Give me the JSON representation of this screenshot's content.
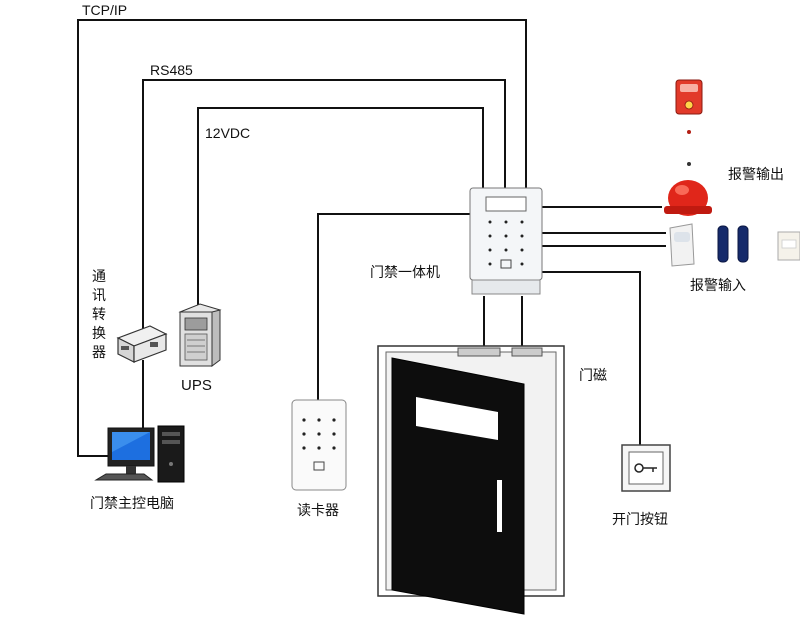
{
  "links": {
    "tcp": "TCP/IP",
    "rs485": "RS485",
    "power": "12VDC"
  },
  "nodes": {
    "converter": "通讯转换器",
    "ups": "UPS",
    "host_pc": "门禁主控电脑",
    "card_reader": "读卡器",
    "controller": "门禁一体机",
    "door_sensor": "门磁",
    "exit_button": "开门按钮",
    "alarm_output": "报警输出",
    "alarm_input": "报警输入"
  }
}
